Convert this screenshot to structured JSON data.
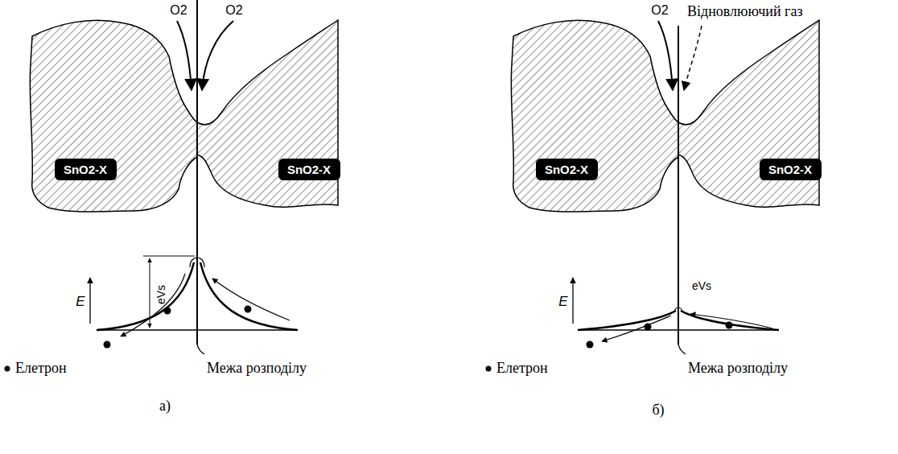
{
  "diagram": {
    "nodes": [
      {
        "text": [
          "SnO2-X"
        ]
      },
      {
        "text": [
          "SnO2-X"
        ]
      },
      {
        "text": [
          "SnO2-X"
        ]
      },
      {
        "text": [
          "SnO2-X"
        ]
      }
    ],
    "labels": [
      "O2",
      "O2",
      "E",
      "eVs",
      "Елетрон",
      "Межа розподілу",
      "а)",
      "O2",
      "Відновлюючий газ",
      "E",
      "eVs",
      "Елетрон",
      "Межа розподілу",
      "б)"
    ]
  }
}
